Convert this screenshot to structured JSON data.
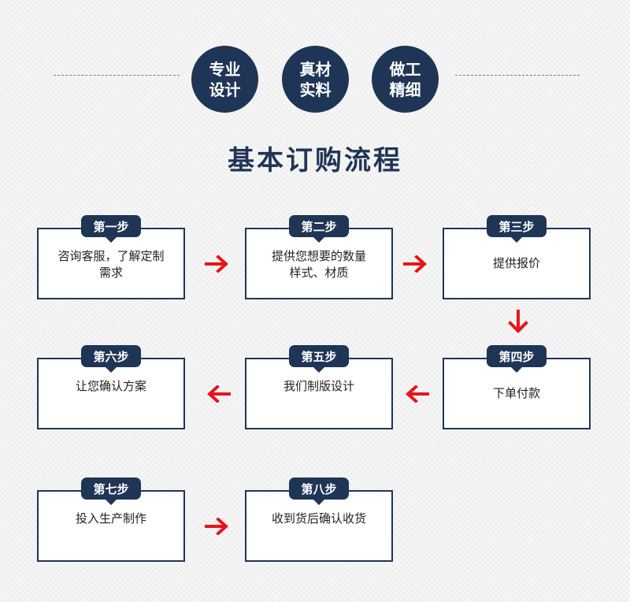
{
  "badges": [
    {
      "line1": "专业",
      "line2": "设计"
    },
    {
      "line1": "真材",
      "line2": "实料"
    },
    {
      "line1": "做工",
      "line2": "精细"
    }
  ],
  "title": "基本订购流程",
  "steps": [
    {
      "label": "第一步",
      "line1": "咨询客服，了解定制",
      "line2": "需求"
    },
    {
      "label": "第二步",
      "line1": "提供您想要的数量",
      "line2": "样式、材质"
    },
    {
      "label": "第三步",
      "line1": "提供报价",
      "line2": ""
    },
    {
      "label": "第四步",
      "line1": "下单付款",
      "line2": ""
    },
    {
      "label": "第五步",
      "line1": "我们制版设计",
      "line2": ""
    },
    {
      "label": "第六步",
      "line1": "让您确认方案",
      "line2": ""
    },
    {
      "label": "第七步",
      "line1": "投入生产制作",
      "line2": ""
    },
    {
      "label": "第八步",
      "line1": "收到货后确认收货",
      "line2": ""
    }
  ],
  "colors": {
    "primary": "#1f3556",
    "arrow": "#e8141c"
  },
  "arrows": [
    "right-arrow-icon",
    "down-arrow-icon",
    "left-arrow-icon"
  ]
}
